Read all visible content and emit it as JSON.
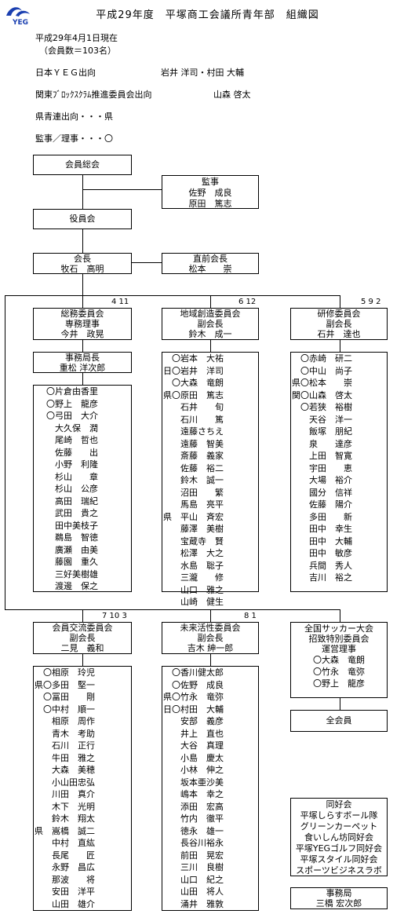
{
  "logo": {
    "text": "YEG"
  },
  "title": "平成29年度　平塚商工会議所青年部　組織図",
  "header": {
    "date": "平成29年4月1日現在",
    "members": "（会員数＝103名）",
    "yeg_label": "日本ＹＥＧ出向",
    "yeg_names": "岩井 洋司・村田 大輔",
    "kanto_label": "関東ﾌﾞﾛｯｸｽｸﾗﾑ推進委員会出向",
    "kanto_names": "山森 啓太",
    "pref_label": "県青連出向・・・県",
    "director_label": "監事／理事・・・〇"
  },
  "general_meeting": "会員総会",
  "auditor": {
    "title": "監事",
    "names": [
      "佐野　成良",
      "原田　篤志"
    ]
  },
  "board": "役員会",
  "chair": {
    "title": "会長",
    "name": "牧石　高明"
  },
  "prev_chair": {
    "title": "直前会長",
    "name": "松本　　崇"
  },
  "committees_top": [
    {
      "count": "4 11",
      "name": "総務委員会",
      "role": "専務理事",
      "leader": "今井　政晃",
      "sub": {
        "title": "事務局長",
        "name": "重松 洋次郎"
      },
      "members": [
        [
          "",
          "〇片倉由香里"
        ],
        [
          "",
          "〇野上　龍彦"
        ],
        [
          "",
          "〇弓田　大介"
        ],
        [
          "",
          "　大久保　潤"
        ],
        [
          "",
          "　尾崎　哲也"
        ],
        [
          "",
          "　佐藤　　出"
        ],
        [
          "",
          "　小野　利隆"
        ],
        [
          "",
          "　杉山　　章"
        ],
        [
          "",
          "　杉山　公彦"
        ],
        [
          "",
          "　高田　瑞紀"
        ],
        [
          "",
          "　武田　貴之"
        ],
        [
          "",
          "　田中美枝子"
        ],
        [
          "",
          "　鵜島　智徳"
        ],
        [
          "",
          "　廣瀬　由美"
        ],
        [
          "",
          "　藤園　重久"
        ],
        [
          "",
          "　三好美樹雄"
        ],
        [
          "",
          "　渡邊　保之"
        ]
      ]
    },
    {
      "count": "6 12",
      "name": "地域創造委員会",
      "role": "副会長",
      "leader": "鈴木　成一",
      "members": [
        [
          "",
          "〇岩本　大祐"
        ],
        [
          "日",
          "〇岩井　洋司"
        ],
        [
          "",
          "〇大森　竜朗"
        ],
        [
          "県",
          "〇原田　篤志"
        ],
        [
          "",
          "　石井　　旬"
        ],
        [
          "",
          "　石川　　篤"
        ],
        [
          "",
          "　遠藤さちえ"
        ],
        [
          "",
          "　遠藤　智美"
        ],
        [
          "",
          "　斎藤　義家"
        ],
        [
          "",
          "　佐藤　裕二"
        ],
        [
          "",
          "　鈴木　誠一"
        ],
        [
          "",
          "　沼田　　繁"
        ],
        [
          "",
          "　馬島　亮平"
        ],
        [
          "県",
          "　平山　斉宏"
        ],
        [
          "",
          "　藤澤　美樹"
        ],
        [
          "",
          "　宝蔵寺　賢"
        ],
        [
          "",
          "　松澤　大之"
        ],
        [
          "",
          "　水島　聡子"
        ],
        [
          "",
          "　三瀧　　修"
        ],
        [
          "",
          "　山口　雅之"
        ],
        [
          "",
          "　山崎　健生"
        ]
      ]
    },
    {
      "count": "5 9 2",
      "name": "研修委員会",
      "role": "副会長",
      "leader": "石井　達也",
      "members": [
        [
          "",
          "〇赤崎　研二"
        ],
        [
          "",
          "〇中山　尚子"
        ],
        [
          "県",
          "〇松本　　崇"
        ],
        [
          "関",
          "〇山森　啓太"
        ],
        [
          "",
          "〇若狭　裕樹"
        ],
        [
          "",
          "　天谷　洋一"
        ],
        [
          "",
          "　飯塚　朋紀"
        ],
        [
          "",
          "　泉　　達彦"
        ],
        [
          "",
          "　上田　智寛"
        ],
        [
          "",
          "　宇田　　恵"
        ],
        [
          "",
          "　大場　裕介"
        ],
        [
          "",
          "　國分　信祥"
        ],
        [
          "",
          "　佐藤　陽介"
        ],
        [
          "",
          "　多田　　新"
        ],
        [
          "",
          "　田中　幸生"
        ],
        [
          "",
          "　田中　大輔"
        ],
        [
          "",
          "　田中　敏彦"
        ],
        [
          "",
          "　兵間　秀人"
        ],
        [
          "",
          "　吉川　裕之"
        ]
      ]
    }
  ],
  "committees_bottom": [
    {
      "count": "7 10 3",
      "name": "会員交流委員会",
      "role": "副会長",
      "leader": "二見　義和",
      "members": [
        [
          "",
          "〇相原　玲児"
        ],
        [
          "県",
          "〇多田　堅一"
        ],
        [
          "",
          "〇冨田　　剛"
        ],
        [
          "",
          "〇中村　順一"
        ],
        [
          "",
          "　相原　周作"
        ],
        [
          "",
          "　青木　考助"
        ],
        [
          "",
          "　石川　正行"
        ],
        [
          "",
          "　牛田　雅之"
        ],
        [
          "",
          "　大森　美穂"
        ],
        [
          "",
          "　小山田忠弘"
        ],
        [
          "",
          "　川田　真介"
        ],
        [
          "",
          "　木下　光明"
        ],
        [
          "",
          "　鈴木　翔太"
        ],
        [
          "県",
          "　嵩橋　誠二"
        ],
        [
          "",
          "　中村　直紘"
        ],
        [
          "",
          "　長尾　　匠"
        ],
        [
          "",
          "　永野　昌広"
        ],
        [
          "",
          "　那波　　将"
        ],
        [
          "",
          "　安田　洋平"
        ],
        [
          "",
          "　山田　雄介"
        ]
      ]
    },
    {
      "count": "8 1",
      "name": "未来活性委員会",
      "role": "副会長",
      "leader": "吉木 紳一郎",
      "members": [
        [
          "",
          "〇香川健太郎"
        ],
        [
          "",
          "〇佐野　成良"
        ],
        [
          "県",
          "〇竹永　竜弥"
        ],
        [
          "日",
          "〇村田　大輔"
        ],
        [
          "",
          "　安部　義彦"
        ],
        [
          "",
          "　井上　直也"
        ],
        [
          "",
          "　大谷　真理"
        ],
        [
          "",
          "　小島　慶太"
        ],
        [
          "",
          "　小林　伸之"
        ],
        [
          "",
          "　坂本亜沙美"
        ],
        [
          "",
          "　嶋本　幸之"
        ],
        [
          "",
          "　添田　宏高"
        ],
        [
          "",
          "　竹内　徹平"
        ],
        [
          "",
          "　徳永　雄一"
        ],
        [
          "",
          "　長谷川裕永"
        ],
        [
          "",
          "　前田　晃宏"
        ],
        [
          "",
          "　三川　良樹"
        ],
        [
          "",
          "　山口　紀之"
        ],
        [
          "",
          "　山田　将人"
        ],
        [
          "",
          "　涌井　雅敦"
        ]
      ]
    }
  ],
  "soccer": {
    "lines": [
      "全国サッカー大会",
      "招致特別委員会",
      "運営理事"
    ],
    "members": [
      "〇大森　竜朗",
      "〇竹永　竜弥",
      "〇野上　龍彦"
    ]
  },
  "all_members": "全会員",
  "clubs": {
    "title": "同好会",
    "items": [
      "平塚しらすボール隊",
      "グリーンカーペット",
      "食いしん坊同好会",
      "平塚YEGゴルフ同好会",
      "平塚スタイル同好会",
      "スポーツビジネスラボ"
    ]
  },
  "secretariat": {
    "title": "事務局",
    "name": "三橋 宏次郎"
  }
}
